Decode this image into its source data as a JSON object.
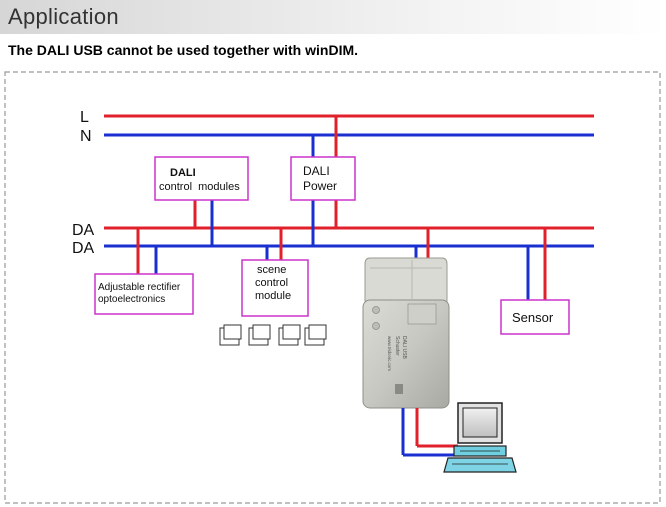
{
  "header": {
    "title": "Application"
  },
  "subtitle": "The DALI USB cannot be used together with winDIM.",
  "lines": {
    "L": "L",
    "N": "N",
    "DA1": "DA",
    "DA2": "DA"
  },
  "boxes": {
    "control_modules": {
      "line1": "DALI",
      "line2": "control  modules"
    },
    "power": {
      "line1": "DALI",
      "line2": "Power"
    },
    "rectifier": {
      "line1": "Adjustable rectifier",
      "line2": "optoelectronics"
    },
    "scene": {
      "line1": "scene",
      "line2": "control",
      "line3": "module"
    },
    "sensor": {
      "label": "Sensor"
    }
  },
  "device": {
    "label1": "DALI USB",
    "label2": "Schuster",
    "label3": "www.tridonic.com"
  },
  "colors": {
    "red_line": "#e0202a",
    "blue_line": "#1a2fd0",
    "box_border": "#cc33cc",
    "frame": "#a0a0a0"
  }
}
